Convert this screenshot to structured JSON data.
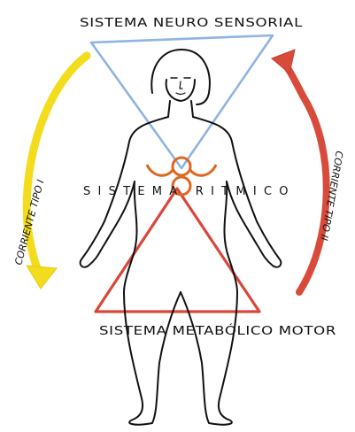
{
  "labels": {
    "neuro": "SISTEMA NEURO SENSORIAL",
    "ritmico": "SISTEMA RITMICO",
    "metabolico": "SISTEMA METABÓLICO MOTOR",
    "corriente_1": "CORRIENTE TIPO I",
    "corriente_2": "CORRIENTE TIPO II"
  },
  "colors": {
    "neuro_triangle": "#8fb4e0",
    "metabolic_triangle": "#d9473b",
    "lemniscate": "#e0661f",
    "arrow_left": "#f2dc1c",
    "arrow_right": "#d84a3a",
    "outline": "#111111"
  }
}
